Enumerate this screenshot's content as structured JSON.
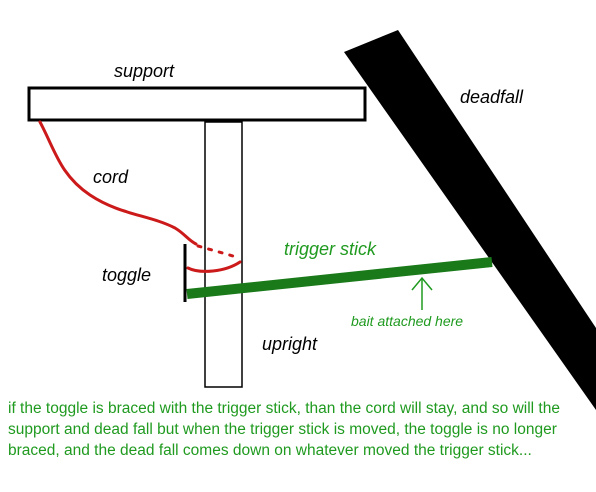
{
  "labels": {
    "support": "support",
    "deadfall": "deadfall",
    "cord": "cord",
    "toggle": "toggle",
    "trigger_stick": "trigger stick",
    "bait": "bait attached here",
    "upright": "upright"
  },
  "caption": "if the toggle is braced with the trigger stick, than the cord will stay, and so will the support and dead fall but when the trigger stick is moved, the toggle is no longer braced, and the dead fall comes down on whatever moved the trigger stick...",
  "colors": {
    "outline": "#000000",
    "cord": "#cc1a1a",
    "trigger": "#1a7a1a",
    "text_green": "#1f9a1f",
    "text_black": "#000000"
  }
}
